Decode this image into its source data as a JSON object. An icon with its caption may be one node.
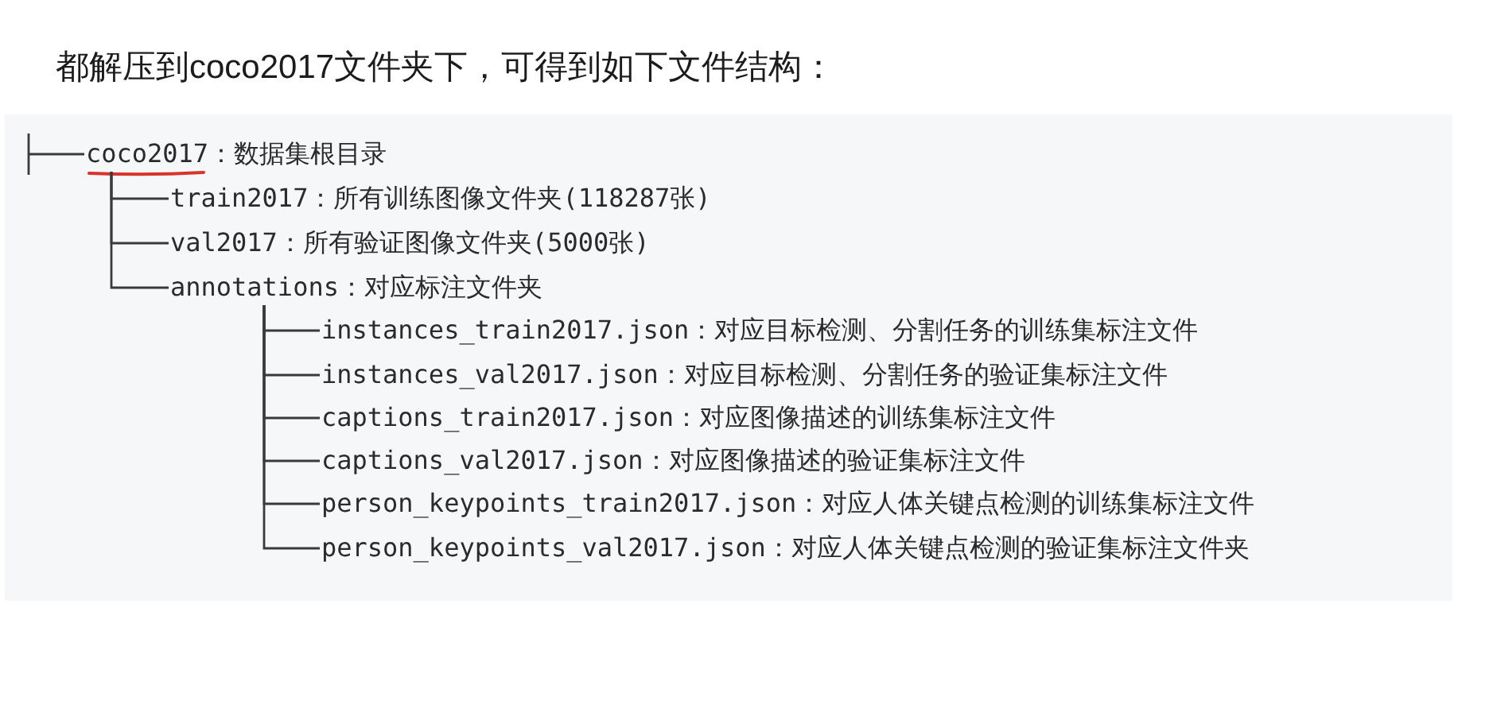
{
  "diagram": {
    "title": "都解压到coco2017文件夹下，可得到如下文件结构：",
    "nodes": [
      {
        "text": [
          "coco2017：数据集根目录"
        ]
      },
      {
        "text": [
          "train2017：所有训练图像文件夹(118287张)"
        ]
      },
      {
        "text": [
          "val2017：所有验证图像文件夹(5000张)"
        ]
      },
      {
        "text": [
          "annotations：对应标注文件夹"
        ]
      },
      {
        "text": [
          "instances_train2017.json：对应目标检测、分割任务的训练集标注文件"
        ]
      },
      {
        "text": [
          "instances_val2017.json：对应目标检测、分割任务的验证集标注文件"
        ]
      },
      {
        "text": [
          "captions_train2017.json：对应图像描述的训练集标注文件"
        ]
      },
      {
        "text": [
          "captions_val2017.json：对应图像描述的验证集标注文件"
        ]
      },
      {
        "text": [
          "person_keypoints_train2017.json：对应人体关键点检测的训练集标注文件"
        ]
      },
      {
        "text": [
          "person_keypoints_val2017.json：对应人体关键点检测的验证集标注文件夹"
        ]
      }
    ],
    "edges": [
      {
        "from": null,
        "to": 0,
        "arrow": "none"
      },
      {
        "from": 0,
        "to": 1,
        "arrow": "none"
      },
      {
        "from": 0,
        "to": 2,
        "arrow": "none"
      },
      {
        "from": 0,
        "to": 3,
        "arrow": "none"
      },
      {
        "from": 3,
        "to": 4,
        "arrow": "none"
      },
      {
        "from": 3,
        "to": 5,
        "arrow": "none"
      },
      {
        "from": 3,
        "to": 6,
        "arrow": "none"
      },
      {
        "from": 3,
        "to": 7,
        "arrow": "none"
      },
      {
        "from": 3,
        "to": 8,
        "arrow": "none"
      },
      {
        "from": 3,
        "to": 9,
        "arrow": "none"
      }
    ]
  }
}
